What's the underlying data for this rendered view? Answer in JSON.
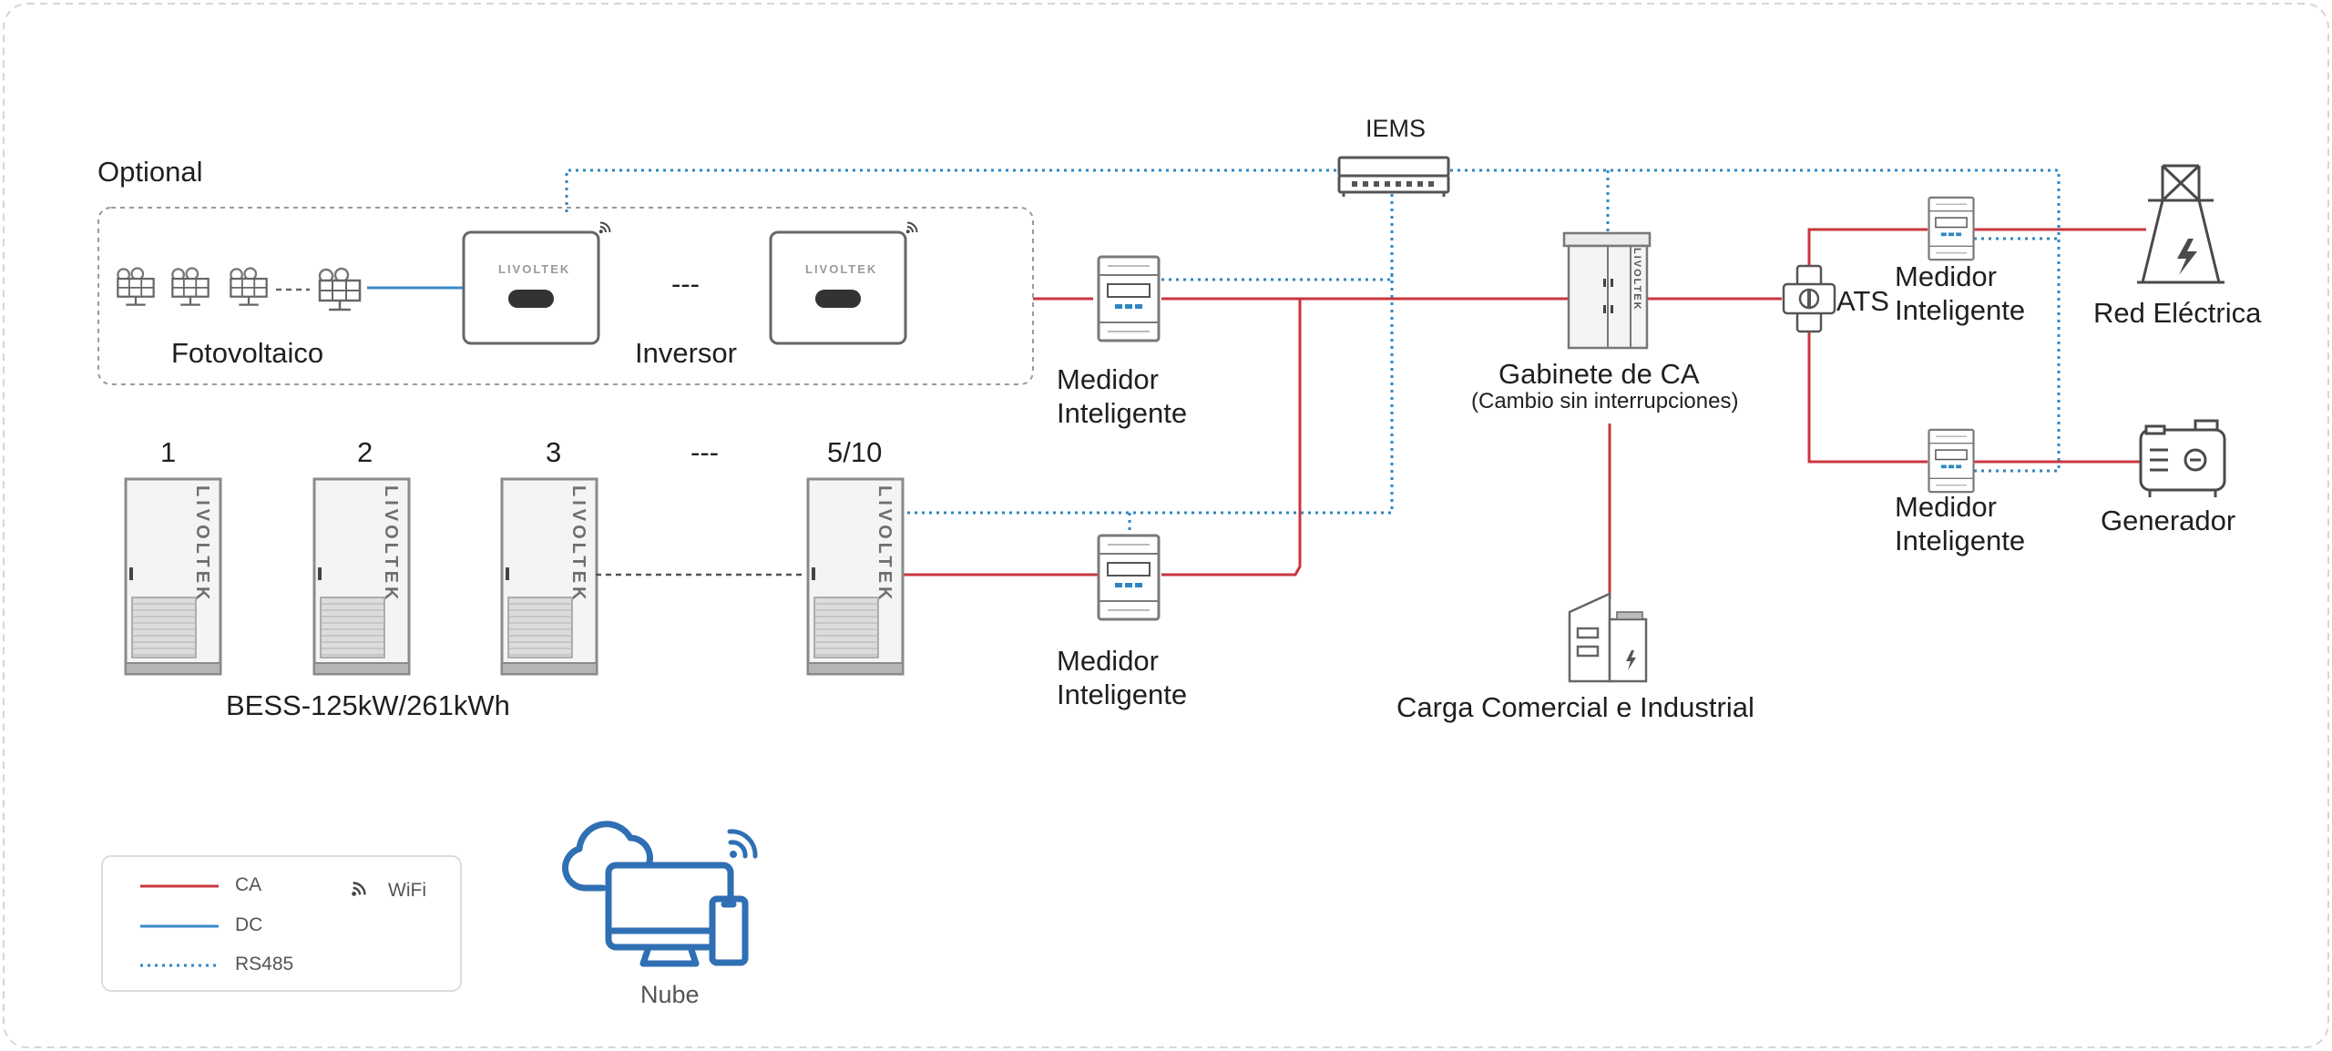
{
  "diagram": {
    "title": "",
    "optional_label": "Optional",
    "pv_label": "Fotovoltaico",
    "inverter_label": "Inversor",
    "inverter_gap": "---",
    "brand": "LIVOLTEK",
    "iems_label": "IEMS",
    "meter_label_line1": "Medidor",
    "meter_label_line2": "Inteligente",
    "cabinet_label": "Gabinete de CA",
    "cabinet_sublabel": "(Cambio sin interrupciones)",
    "ats_label": "ATS",
    "grid_label": "Red Eléctrica",
    "generator_label": "Generador",
    "load_label": "Carga Comercial e Industrial",
    "bess_label": "BESS-125kW/261kWh",
    "bess_units": [
      "1",
      "2",
      "3",
      "---",
      "5/10"
    ],
    "cloud_label": "Nube"
  },
  "legend": {
    "items": [
      {
        "label": "CA",
        "color": "#c8373d",
        "style": "solid"
      },
      {
        "label": "DC",
        "color": "#3a8ac8",
        "style": "solid"
      },
      {
        "label": "RS485",
        "color": "#2f86c2",
        "style": "dotted"
      }
    ],
    "wifi_label": "WiFi",
    "wifi_icon": "wifi-icon"
  },
  "colors": {
    "ac": "#c8373d",
    "dc": "#3a8ac8",
    "rs485": "#2f86c2",
    "cloud": "#2f6fb3"
  }
}
